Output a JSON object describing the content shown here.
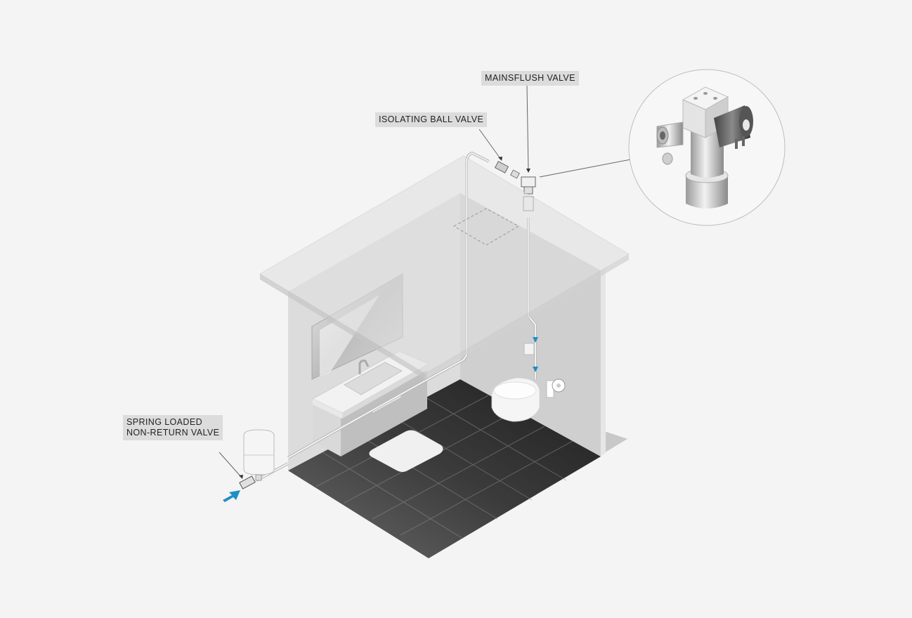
{
  "labels": {
    "mainsflush_valve": "MAINSFLUSH VALVE",
    "isolating_ball_valve": "ISOLATING BALL VALVE",
    "spring_loaded_line1": "SPRING LOADED",
    "spring_loaded_line2": "NON-RETURN VALVE"
  },
  "colors": {
    "background": "#f4f4f4",
    "label_bg": "#dcdcdc",
    "flow_arrow": "#1e8fc4",
    "floor_dark": "#2e2e2e",
    "wall": "#d8d8d8"
  },
  "icons": {
    "flow_in": "arrow-right-icon",
    "flow_down": "arrow-down-icon"
  }
}
